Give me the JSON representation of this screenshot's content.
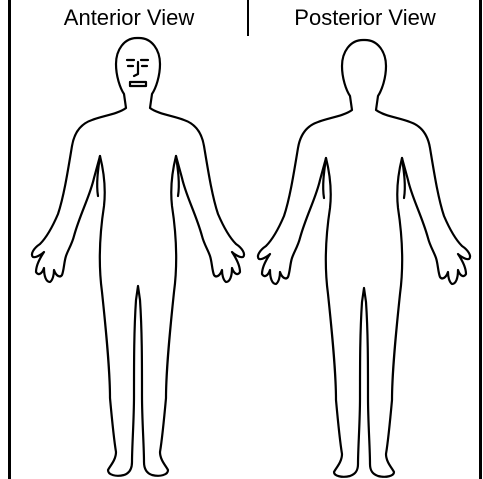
{
  "labels": {
    "anterior": "Anterior View",
    "posterior": "Posterior View"
  },
  "colors": {
    "line": "#000000",
    "background": "#ffffff"
  },
  "icons": {
    "anterior": "human-body-front-outline",
    "posterior": "human-body-back-outline"
  }
}
